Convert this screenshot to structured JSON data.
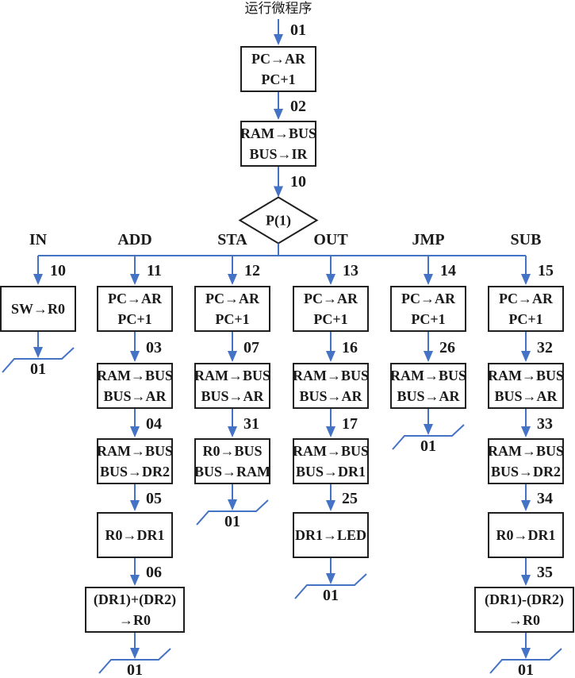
{
  "diagram": {
    "title": "运行微程序",
    "colors": {
      "wire": "#4472c4",
      "box_border": "#1f1f1f",
      "text": "#1a1a1a",
      "background": "#ffffff"
    },
    "decision": {
      "label": "P(1)"
    },
    "top_chain": {
      "steps": [
        {
          "entry_label": "01",
          "lines": [
            "PC→AR",
            "PC+1"
          ]
        },
        {
          "entry_label": "02",
          "lines": [
            "RAM→BUS",
            "BUS→IR"
          ]
        }
      ],
      "decision_entry_label": "10"
    },
    "branches": [
      {
        "name": "IN",
        "entry_label": "10",
        "steps": [
          [
            "SW→R0"
          ]
        ],
        "gap_labels": [],
        "exit_label": "01"
      },
      {
        "name": "ADD",
        "entry_label": "11",
        "steps": [
          [
            "PC→AR",
            "PC+1"
          ],
          [
            "RAM→BUS",
            "BUS→AR"
          ],
          [
            "RAM→BUS",
            "BUS→DR2"
          ],
          [
            "R0→DR1"
          ],
          [
            "(DR1)+(DR2)",
            "→R0"
          ]
        ],
        "gap_labels": [
          "03",
          "04",
          "05",
          "06"
        ],
        "exit_label": "01"
      },
      {
        "name": "STA",
        "entry_label": "12",
        "steps": [
          [
            "PC→AR",
            "PC+1"
          ],
          [
            "RAM→BUS",
            "BUS→AR"
          ],
          [
            "R0→BUS",
            "BUS→RAM"
          ]
        ],
        "gap_labels": [
          "07",
          "31"
        ],
        "exit_label": "01"
      },
      {
        "name": "OUT",
        "entry_label": "13",
        "steps": [
          [
            "PC→AR",
            "PC+1"
          ],
          [
            "RAM→BUS",
            "BUS→AR"
          ],
          [
            "RAM→BUS",
            "BUS→DR1"
          ],
          [
            "DR1→LED"
          ]
        ],
        "gap_labels": [
          "16",
          "17",
          "25"
        ],
        "exit_label": "01"
      },
      {
        "name": "JMP",
        "entry_label": "14",
        "steps": [
          [
            "PC→AR",
            "PC+1"
          ],
          [
            "RAM→BUS",
            "BUS→AR"
          ]
        ],
        "gap_labels": [
          "26"
        ],
        "exit_label": "01"
      },
      {
        "name": "SUB",
        "entry_label": "15",
        "steps": [
          [
            "PC→AR",
            "PC+1"
          ],
          [
            "RAM→BUS",
            "BUS→AR"
          ],
          [
            "RAM→BUS",
            "BUS→DR2"
          ],
          [
            "R0→DR1"
          ],
          [
            "(DR1)-(DR2)",
            "→R0"
          ]
        ],
        "gap_labels": [
          "32",
          "33",
          "34",
          "35"
        ],
        "exit_label": "01"
      }
    ]
  }
}
